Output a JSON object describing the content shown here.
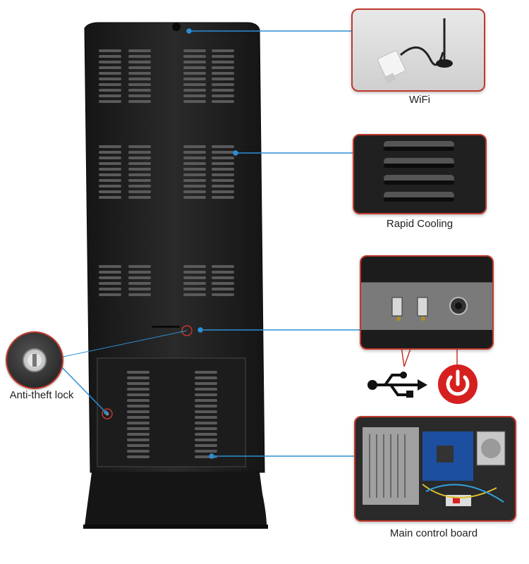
{
  "callouts": {
    "wifi": {
      "label": "WiFi",
      "icon": "wifi-dongle-icon"
    },
    "cooling": {
      "label": "Rapid Cooling",
      "icon": "vent-icon"
    },
    "ports": {
      "label": "",
      "icon": "usb-power-ports-icon"
    },
    "board": {
      "label": "Main control board",
      "icon": "circuit-board-icon"
    },
    "lock": {
      "label": "Anti-theft lock",
      "icon": "lock-icon"
    }
  },
  "icons": {
    "usb": "usb-icon",
    "power": "power-icon"
  },
  "colors": {
    "accent_line": "#2a8fd6",
    "highlight_ring": "#c0392b",
    "kiosk_body": "#1f1f1f",
    "power_red": "#d62020"
  }
}
